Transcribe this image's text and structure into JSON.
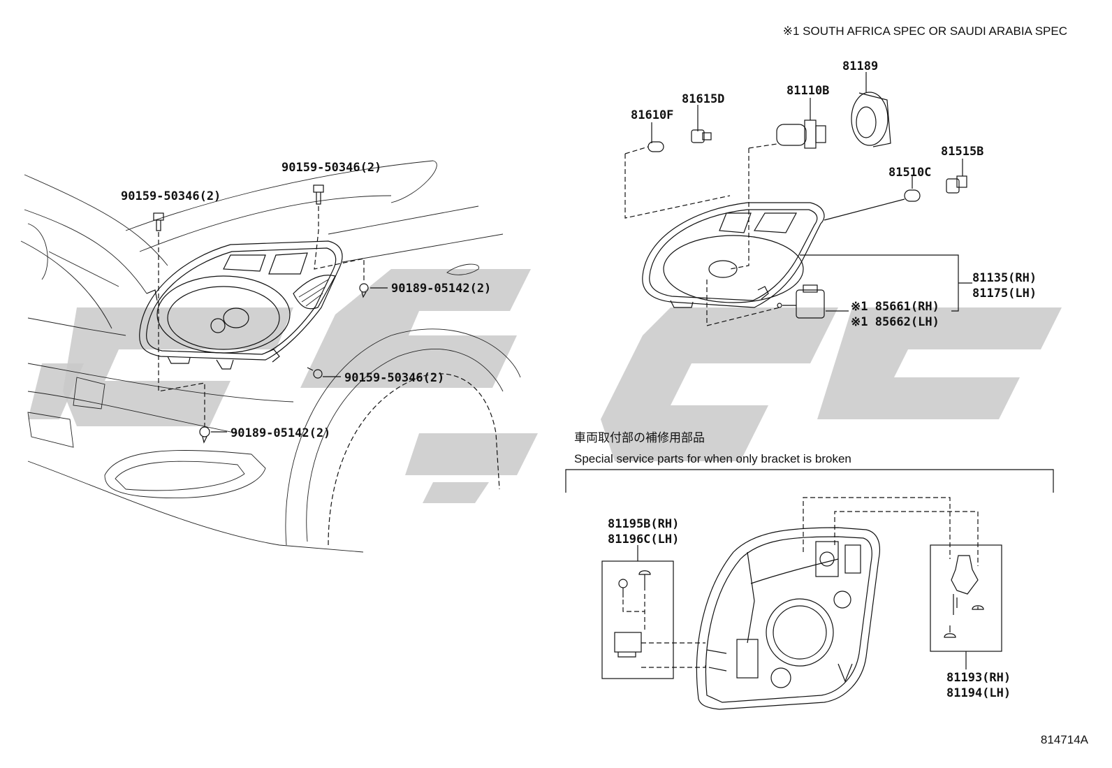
{
  "header_note": "※1 SOUTH AFRICA SPEC OR SAUDI ARABIA SPEC",
  "diagram_id": "814714A",
  "service_section": {
    "title_jp": "車両取付部の補修用部品",
    "title_en": "Special service parts for when only bracket is broken"
  },
  "callouts": [
    {
      "id": "c-90159-top-left",
      "text": "90159-50346(2)"
    },
    {
      "id": "c-90159-top",
      "text": "90159-50346(2)"
    },
    {
      "id": "c-90189-right",
      "text": "90189-05142(2)"
    },
    {
      "id": "c-90159-lower",
      "text": "90159-50346(2)"
    },
    {
      "id": "c-90189-bottom",
      "text": "90189-05142(2)"
    },
    {
      "id": "c-81189",
      "text": "81189"
    },
    {
      "id": "c-81615d",
      "text": "81615D"
    },
    {
      "id": "c-81110b",
      "text": "81110B"
    },
    {
      "id": "c-81610f",
      "text": "81610F"
    },
    {
      "id": "c-81515b",
      "text": "81515B"
    },
    {
      "id": "c-81510c",
      "text": "81510C"
    },
    {
      "id": "c-81135",
      "text": "81135(RH)"
    },
    {
      "id": "c-81175",
      "text": "81175(LH)"
    },
    {
      "id": "c-85661",
      "text": "※1 85661(RH)"
    },
    {
      "id": "c-85662",
      "text": "※1 85662(LH)"
    },
    {
      "id": "c-81195b",
      "text": "81195B(RH)"
    },
    {
      "id": "c-81196c",
      "text": "81196C(LH)"
    },
    {
      "id": "c-81193",
      "text": "81193(RH)"
    },
    {
      "id": "c-81194",
      "text": "81194(LH)"
    }
  ]
}
